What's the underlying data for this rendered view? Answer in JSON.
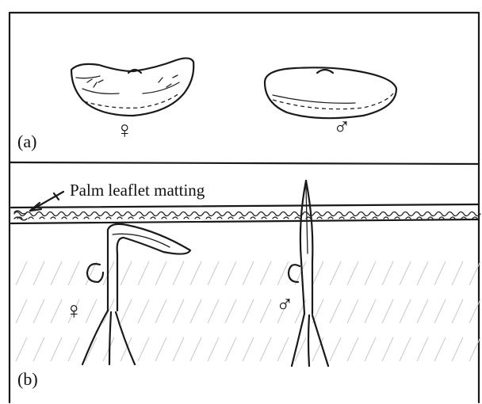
{
  "panels": {
    "a": {
      "label": "(a)",
      "female_symbol": "♀",
      "male_symbol": "♂"
    },
    "b": {
      "label": "(b)",
      "matting_label": "Palm leaflet matting",
      "female_symbol": "♀",
      "male_symbol": "♂"
    }
  },
  "colors": {
    "ink": "#1a1a1a",
    "soil_hatch": "#c9c9c9",
    "background": "#ffffff"
  },
  "icons": [
    "female-symbol-icon",
    "male-symbol-icon",
    "arrow-icon"
  ]
}
